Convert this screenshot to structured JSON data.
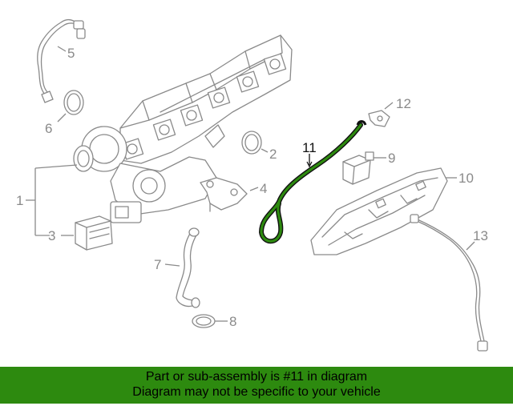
{
  "diagram": {
    "callouts": {
      "c1": "1",
      "c2": "2",
      "c3": "3",
      "c4": "4",
      "c5": "5",
      "c6": "6",
      "c7": "7",
      "c8": "8",
      "c9": "9",
      "c10": "10",
      "c11": "11",
      "c12": "12",
      "c13": "13"
    },
    "highlighted_part": "11",
    "colors": {
      "part_stroke": "#8a8a8a",
      "highlight_fill": "#2d8a0f",
      "highlight_stroke": "#111111",
      "banner_background": "#2d8a0f"
    }
  },
  "banner": {
    "line1": "Part or sub-assembly is #11 in diagram",
    "line2": "Diagram may not be specific to your vehicle"
  }
}
